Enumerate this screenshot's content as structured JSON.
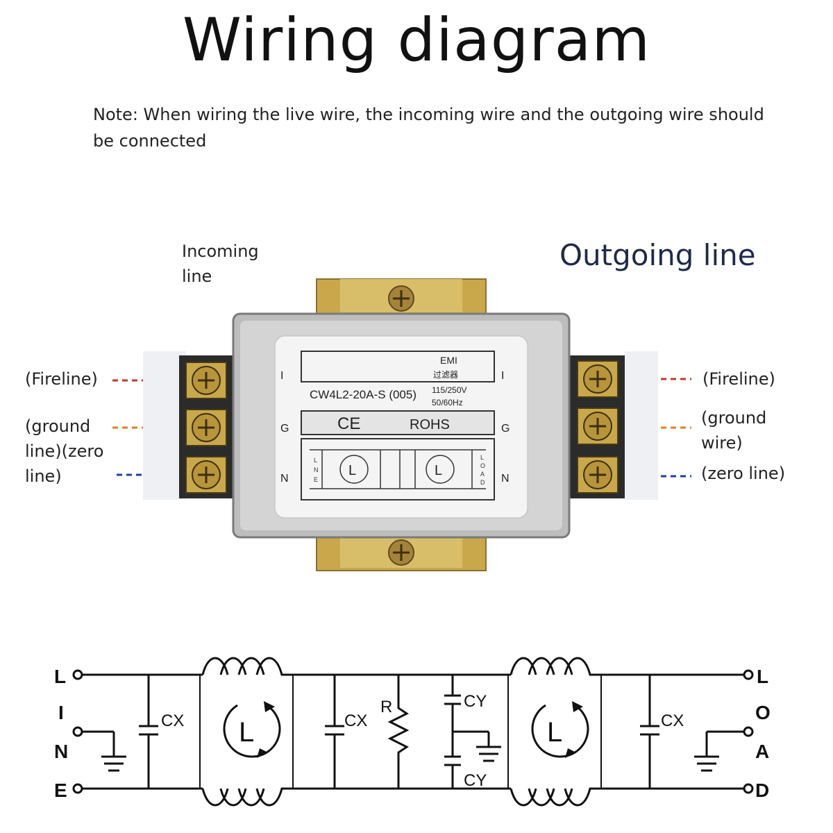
{
  "title": "Wiring diagram",
  "note": "Note: When wiring the live wire, the incoming wire and the outgoing wire should be connected",
  "labels": {
    "incoming": "Incoming line",
    "outgoing": "Outgoing line",
    "left_fire": "(Fireline)",
    "left_ground": "(ground line)(zero line)",
    "right_fire": "(Fireline)",
    "right_ground": "(ground wire)",
    "right_zero": "(zero line)"
  },
  "device": {
    "emi": "EMI",
    "emi_cn": "过滤器",
    "model": "CW4L2-20A-S (005)",
    "rating_voltage": "115/250V",
    "rating_freq": "50/60Hz",
    "ce": "CE",
    "rohs": "ROHS",
    "terminal_left": [
      "I",
      "G",
      "N"
    ],
    "terminal_right": [
      "I",
      "G",
      "N"
    ],
    "plate_coil": "L",
    "plate_left_letters": [
      "L",
      "N",
      "E"
    ],
    "plate_right_letters": [
      "L",
      "O",
      "A",
      "D"
    ]
  },
  "schematic": {
    "left_letters": [
      "L",
      "I",
      "N",
      "E"
    ],
    "right_letters": [
      "L",
      "O",
      "A",
      "D"
    ],
    "cx": "CX",
    "cy": "CY",
    "r": "R",
    "coil": "L"
  },
  "colors": {
    "fire_wire": "#c0392b",
    "ground_wire": "#e67e22",
    "zero_wire": "#1f3f9a",
    "housing": "#c8c8c8",
    "brass": "#c9a84c",
    "terminal_block": "#2b2b2b"
  }
}
